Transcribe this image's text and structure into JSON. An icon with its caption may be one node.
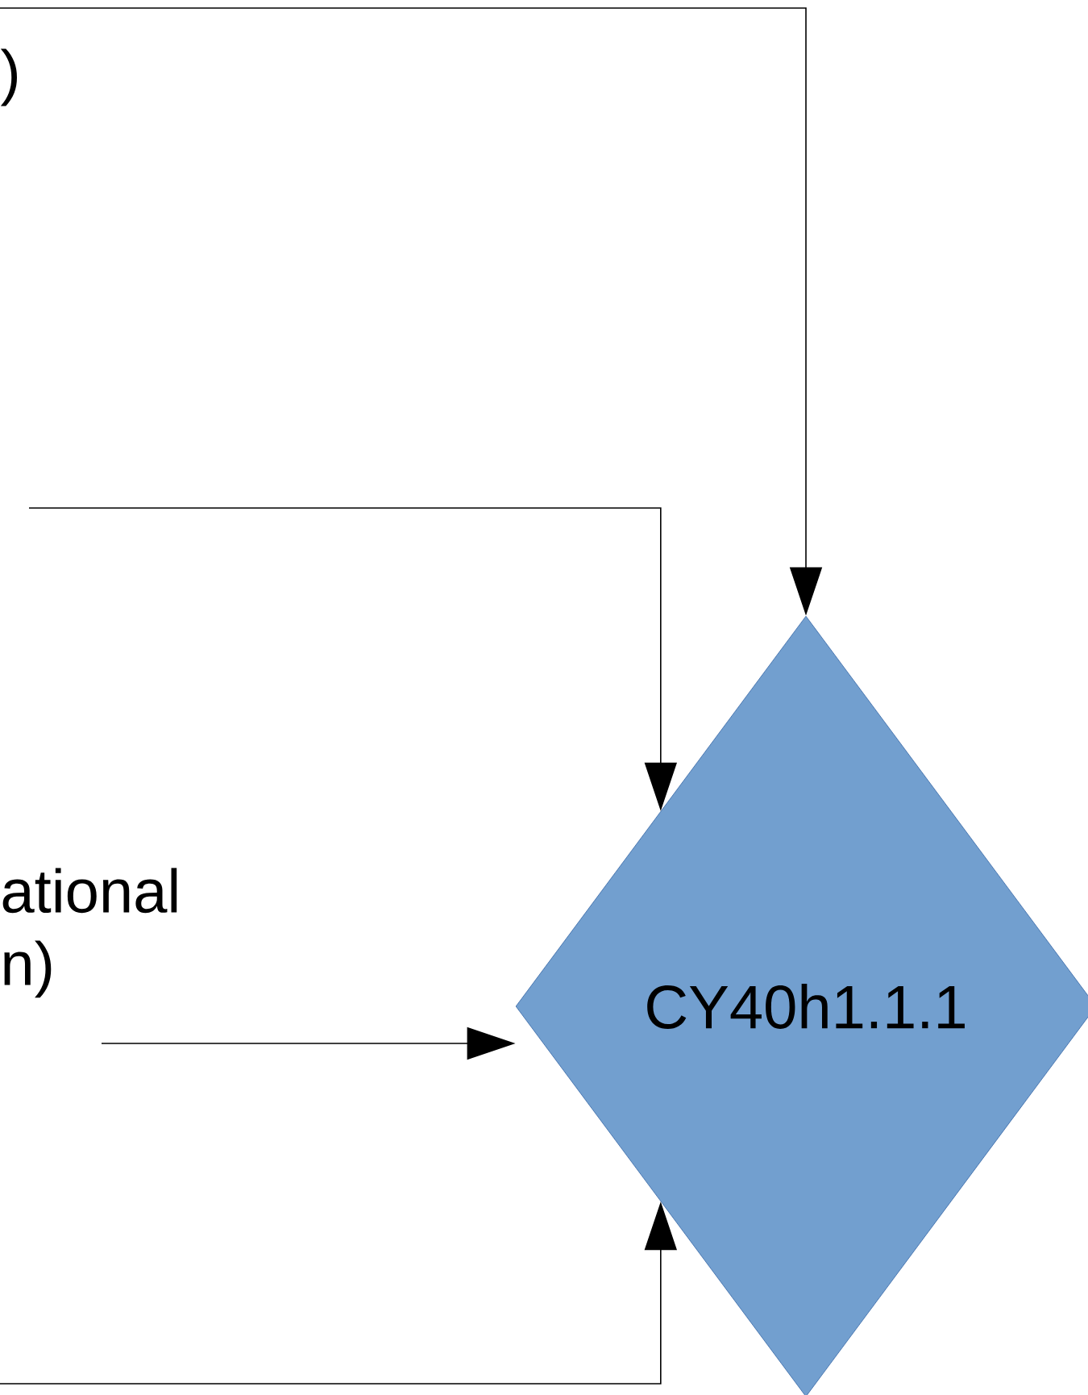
{
  "diagram": {
    "nodes": [
      {
        "text": [
          "ational n)"
        ]
      },
      {
        "text": [
          "CY40h1.1.1"
        ]
      }
    ],
    "edges": [
      {
        "from": null,
        "to": 1,
        "arrow": "to"
      },
      {
        "from": null,
        "to": 1,
        "arrow": "to"
      },
      {
        "from": 0,
        "to": 1,
        "arrow": "to"
      },
      {
        "from": null,
        "to": 1,
        "arrow": "to"
      }
    ],
    "labels": [
      ")"
    ]
  }
}
